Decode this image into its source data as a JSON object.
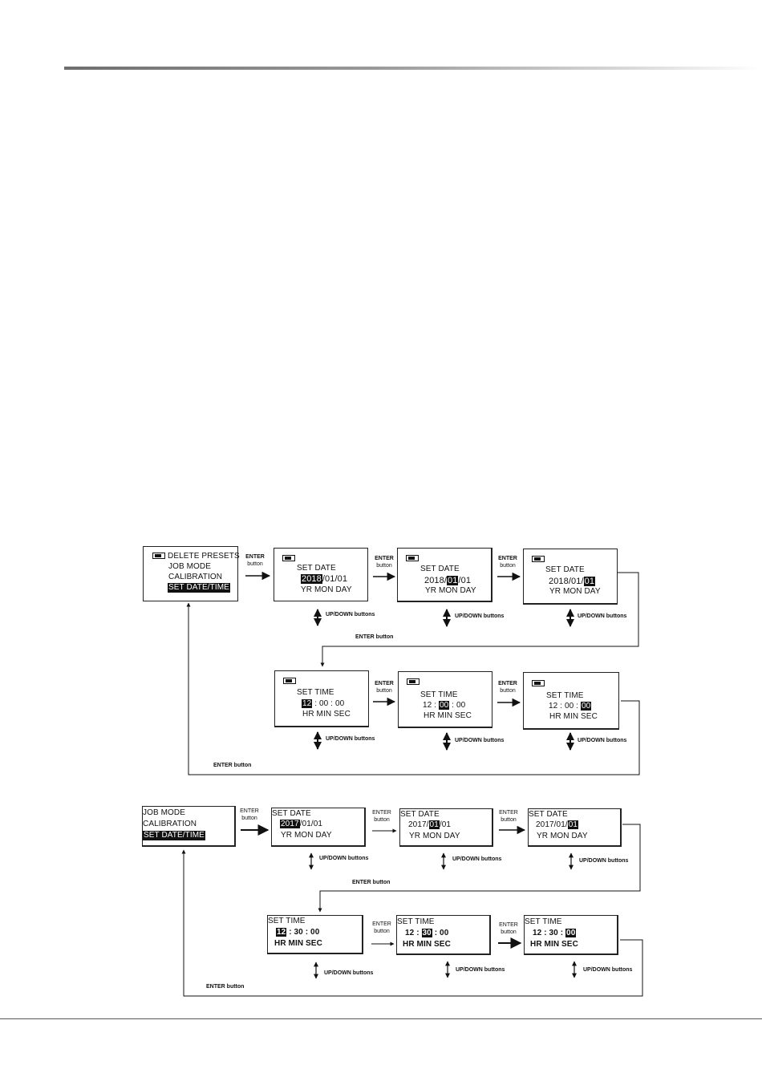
{
  "labels": {
    "enter": "ENTER",
    "button": "button",
    "enter_button": "ENTER button",
    "updown": "UP/DOWN buttons"
  },
  "top": {
    "menu": [
      "DELETE PRESETS",
      "JOB MODE",
      "CALIBRATION",
      "SET DATE/TIME"
    ],
    "set_date": "SET DATE",
    "set_time": "SET TIME",
    "date_parts": [
      "2018",
      "01",
      "01"
    ],
    "time_parts": [
      "12",
      "00",
      "00"
    ],
    "date_units": "YR  MON  DAY",
    "time_units": "HR  MIN SEC"
  },
  "bottom": {
    "menu": [
      "JOB MODE",
      "CALIBRATION",
      "SET DATE/TIME"
    ],
    "set_date": "SET DATE",
    "set_time": "SET TIME",
    "date_parts": [
      "2017",
      "01",
      "01"
    ],
    "time_parts": [
      "12",
      "30",
      "00"
    ],
    "date_units": "YR  MON  DAY",
    "time_units": "HR  MIN  SEC"
  }
}
